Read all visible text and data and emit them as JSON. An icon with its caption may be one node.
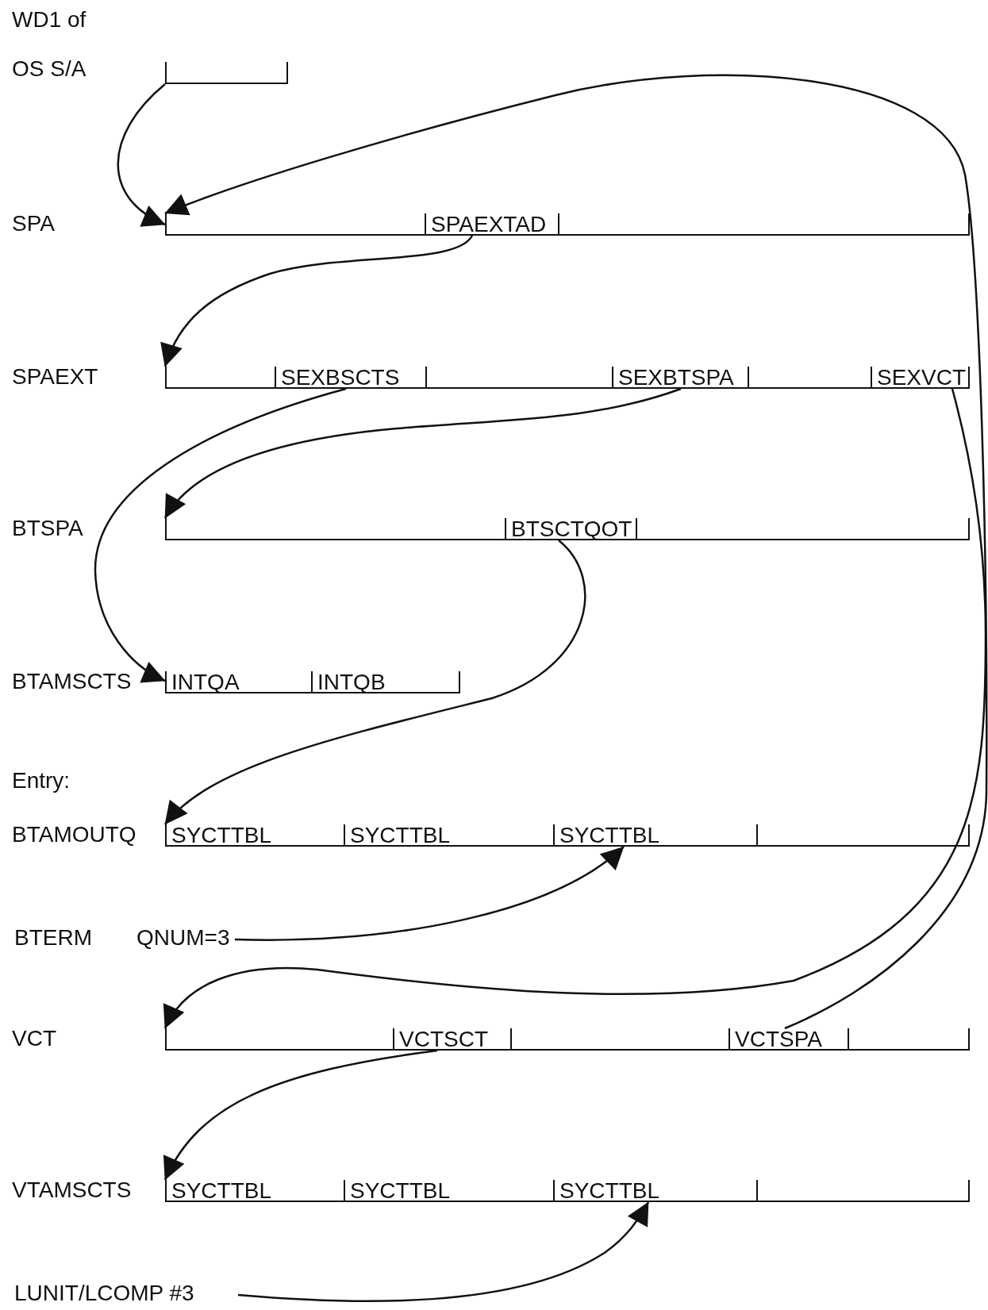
{
  "diagram": {
    "nodes": [
      {
        "text": [],
        "shape": "bar"
      },
      {
        "text": [],
        "shape": "bar"
      },
      {
        "text": [
          "SPAEXTAD"
        ],
        "in": 1
      },
      {
        "text": [],
        "shape": "bar"
      },
      {
        "text": [
          "SEXBSCTS"
        ],
        "in": 3
      },
      {
        "text": [
          "SEXBTSPA"
        ],
        "in": 3
      },
      {
        "text": [
          "SEXVCT"
        ],
        "in": 3
      },
      {
        "text": [],
        "shape": "bar"
      },
      {
        "text": [
          "BTSCTQOT"
        ],
        "in": 7
      },
      {
        "text": [],
        "shape": "bar"
      },
      {
        "text": [
          "INTQA"
        ],
        "in": 9
      },
      {
        "text": [
          "INTQB"
        ],
        "in": 9
      },
      {
        "text": [],
        "shape": "bar"
      },
      {
        "text": [
          "SYCTTBL"
        ],
        "in": 12
      },
      {
        "text": [
          "SYCTTBL"
        ],
        "in": 12
      },
      {
        "text": [
          "SYCTTBL"
        ],
        "in": 12
      },
      {
        "text": [
          "QNUM=3"
        ]
      },
      {
        "text": [],
        "shape": "bar"
      },
      {
        "text": [
          "VCTSCT"
        ],
        "in": 17
      },
      {
        "text": [
          "VCTSPA"
        ],
        "in": 17
      },
      {
        "text": [],
        "shape": "bar"
      },
      {
        "text": [
          "SYCTTBL"
        ],
        "in": 20
      },
      {
        "text": [
          "SYCTTBL"
        ],
        "in": 20
      },
      {
        "text": [
          "SYCTTBL"
        ],
        "in": 20
      },
      {
        "text": [
          "LUNIT/LCOMP #3"
        ]
      }
    ],
    "edges": [
      {
        "from": 0,
        "to": 1,
        "arrow": "to"
      },
      {
        "from": 2,
        "to": 3,
        "arrow": "to"
      },
      {
        "from": 4,
        "to": 9,
        "arrow": "to"
      },
      {
        "from": 5,
        "to": 7,
        "arrow": "to"
      },
      {
        "from": 8,
        "to": 12,
        "arrow": "to"
      },
      {
        "from": 16,
        "to": 15,
        "arrow": "to"
      },
      {
        "from": 6,
        "to": 17,
        "arrow": "to"
      },
      {
        "from": 19,
        "to": 1,
        "arrow": "to"
      },
      {
        "from": 18,
        "to": 20,
        "arrow": "to"
      },
      {
        "from": 24,
        "to": 23,
        "arrow": "to"
      }
    ],
    "labels": [
      "WD1 of OS S/A",
      "SPA",
      "SPAEXT",
      "BTSPA",
      "BTAMSCTS",
      "Entry:",
      "BTAMOUTQ",
      "BTERM",
      "VCT",
      "VTAMSCTS"
    ]
  }
}
